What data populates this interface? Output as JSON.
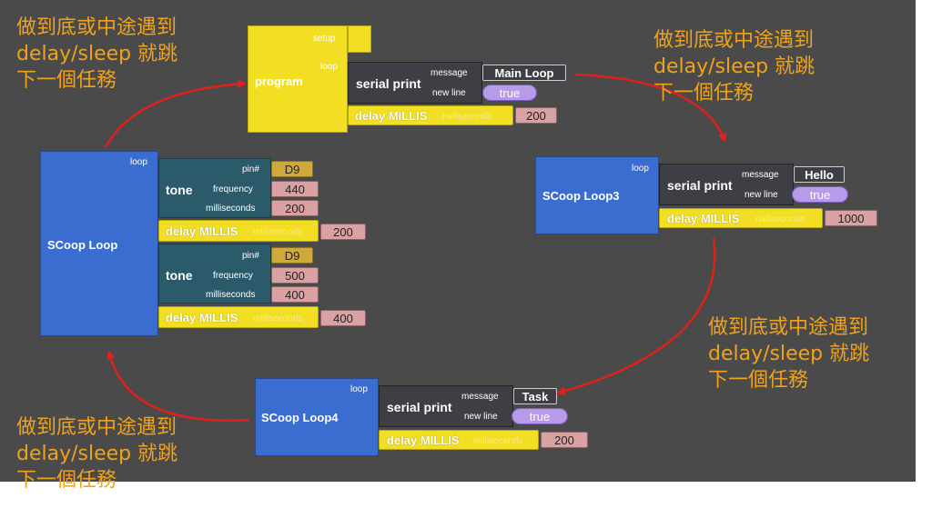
{
  "notes": {
    "top_left": [
      "做到底或中途遇到",
      "delay/sleep 就跳",
      "下一個任務"
    ],
    "top_right": [
      "做到底或中途遇到",
      "delay/sleep 就跳",
      "下一個任務"
    ],
    "bottom_right": [
      "做到底或中途遇到",
      "delay/sleep 就跳",
      "下一個任務"
    ],
    "bottom_left": [
      "做到底或中途遇到",
      "delay/sleep 就跳",
      "下一個任務"
    ]
  },
  "program": {
    "title": "program",
    "setup_label": "setup",
    "loop_label": "loop",
    "serial": {
      "label": "serial print",
      "message_label": "message",
      "newline_label": "new line",
      "message": "Main Loop",
      "newline": "true"
    },
    "delay": {
      "label": "delay MILLIS",
      "ms_label": "milliseconds",
      "value": "200"
    }
  },
  "scoop_loop": {
    "title": "SCoop Loop",
    "loop_label": "loop",
    "tone1": {
      "label": "tone",
      "pin_label": "pin#",
      "freq_label": "frequency",
      "ms_label": "milliseconds",
      "pin": "D9",
      "frequency": "440",
      "milliseconds": "200"
    },
    "delay1": {
      "label": "delay MILLIS",
      "ms_label": "milliseconds",
      "value": "200"
    },
    "tone2": {
      "label": "tone",
      "pin_label": "pin#",
      "freq_label": "frequency",
      "ms_label": "milliseconds",
      "pin": "D9",
      "frequency": "500",
      "milliseconds": "400"
    },
    "delay2": {
      "label": "delay MILLIS",
      "ms_label": "milliseconds",
      "value": "400"
    }
  },
  "scoop_loop3": {
    "title": "SCoop Loop3",
    "loop_label": "loop",
    "serial": {
      "label": "serial print",
      "message_label": "message",
      "newline_label": "new line",
      "message": "Hello",
      "newline": "true"
    },
    "delay": {
      "label": "delay MILLIS",
      "ms_label": "milliseconds",
      "value": "1000"
    }
  },
  "scoop_loop4": {
    "title": "SCoop Loop4",
    "loop_label": "loop",
    "serial": {
      "label": "serial print",
      "message_label": "message",
      "newline_label": "new line",
      "message": "Task",
      "newline": "true"
    },
    "delay": {
      "label": "delay MILLIS",
      "ms_label": "milliseconds",
      "value": "200"
    }
  },
  "colors": {
    "arrow": "#e0201a",
    "note_text": "#f0a21a",
    "background": "#4a4a4a"
  }
}
